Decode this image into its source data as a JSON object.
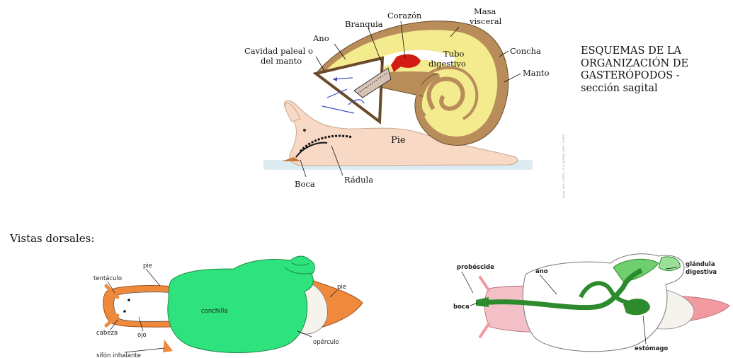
{
  "sagittal": {
    "labels": {
      "masa": [
        "Masa",
        "visceral"
      ],
      "corazon": "Corazón",
      "branquia": "Branquia",
      "ano": "Ano",
      "cavidad": [
        "Cavidad paleal o",
        "del manto"
      ],
      "tubo": [
        "Tubo",
        "digestivo"
      ],
      "concha": "Concha",
      "manto": "Manto",
      "pie": "Pie",
      "boca": "Boca",
      "radula": "Rádula"
    },
    "credit": "Adapt. de R. CORTES y R.A. BARNES, 1987 / CURTIS"
  },
  "title_lines": [
    "ESQUEMAS DE LA",
    "ORGANIZACIÓN DE",
    "GASTERÓPODOS -",
    "sección sagital"
  ],
  "vistas_label": "Vistas dorsales:",
  "dorsal_left": {
    "labels": {
      "tentaculo": "tentáculo",
      "pie_top": "pie",
      "cabeza": "cabeza",
      "ojo": "ojo",
      "conchilla": "conchilla",
      "pie_right": "pie",
      "operculo": "opérculo",
      "sifon": "sifón inhalante"
    }
  },
  "dorsal_right": {
    "labels": {
      "proboscide": "probóscide",
      "ano": "ano",
      "glandula": [
        "glándula",
        "digestiva"
      ],
      "boca": "boca",
      "estomago": "estómago"
    }
  },
  "colors": {
    "shell_brown": "#b88d5a",
    "visceral_yellow": "#f4ea8e",
    "body_pink": "#f7d9c5",
    "heart_red": "#d41a14",
    "water_blue": "#dcebf1",
    "shell_green": "#2ee27e",
    "foot_orange": "#ef8a3c",
    "gut_green": "#2d8b2d"
  }
}
